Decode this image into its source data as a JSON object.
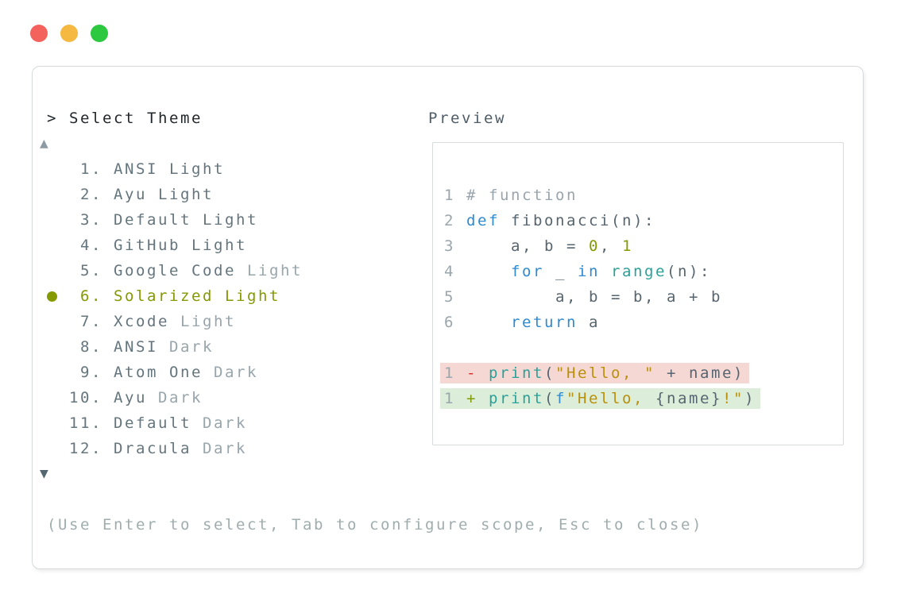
{
  "window": {
    "buttons": [
      {
        "name": "close",
        "color": "#f3625c"
      },
      {
        "name": "minimize",
        "color": "#f5b840"
      },
      {
        "name": "maximize",
        "color": "#2bc840"
      }
    ]
  },
  "prompt": "> Select Theme",
  "theme_list": {
    "scroll_up": "▲",
    "scroll_down": "▼",
    "selected_index": 6,
    "items": [
      {
        "num": "1",
        "name": "ANSI Light",
        "variant": "",
        "selected": false
      },
      {
        "num": "2",
        "name": "Ayu Light",
        "variant": "",
        "selected": false
      },
      {
        "num": "3",
        "name": "Default Light",
        "variant": "",
        "selected": false
      },
      {
        "num": "4",
        "name": "GitHub Light",
        "variant": "",
        "selected": false
      },
      {
        "num": "5",
        "name": "Google Code",
        "variant": "Light",
        "selected": false
      },
      {
        "num": "6",
        "name": "Solarized Light",
        "variant": "",
        "selected": true
      },
      {
        "num": "7",
        "name": "Xcode",
        "variant": "Light",
        "selected": false
      },
      {
        "num": "8",
        "name": "ANSI",
        "variant": "Dark",
        "selected": false
      },
      {
        "num": "9",
        "name": "Atom One",
        "variant": "Dark",
        "selected": false
      },
      {
        "num": "10",
        "name": "Ayu",
        "variant": "Dark",
        "selected": false
      },
      {
        "num": "11",
        "name": "Default",
        "variant": "Dark",
        "selected": false
      },
      {
        "num": "12",
        "name": "Dracula",
        "variant": "Dark",
        "selected": false
      }
    ]
  },
  "preview": {
    "label": "Preview",
    "code_lines": [
      {
        "num": "1",
        "tokens": [
          [
            "cmt",
            "# function"
          ]
        ]
      },
      {
        "num": "2",
        "tokens": [
          [
            "kw",
            "def"
          ],
          [
            "plain",
            " fibonacci(n):"
          ]
        ]
      },
      {
        "num": "3",
        "tokens": [
          [
            "plain",
            "    a, b = "
          ],
          [
            "num",
            "0"
          ],
          [
            "plain",
            ", "
          ],
          [
            "num",
            "1"
          ]
        ]
      },
      {
        "num": "4",
        "tokens": [
          [
            "plain",
            "    "
          ],
          [
            "kw",
            "for"
          ],
          [
            "plain",
            " _ "
          ],
          [
            "kw",
            "in"
          ],
          [
            "plain",
            " "
          ],
          [
            "fn",
            "range"
          ],
          [
            "plain",
            "(n):"
          ]
        ]
      },
      {
        "num": "5",
        "tokens": [
          [
            "plain",
            "        a, b = b, a + b"
          ]
        ]
      },
      {
        "num": "6",
        "tokens": [
          [
            "plain",
            "    "
          ],
          [
            "kw",
            "return"
          ],
          [
            "plain",
            " a"
          ]
        ]
      }
    ],
    "diff_lines": [
      {
        "num": "1",
        "type": "del",
        "tokens": [
          [
            "del",
            "- "
          ],
          [
            "fn",
            "print"
          ],
          [
            "plain",
            "("
          ],
          [
            "str",
            "\"Hello, \""
          ],
          [
            "plain",
            " + name)"
          ]
        ]
      },
      {
        "num": "1",
        "type": "add",
        "tokens": [
          [
            "add",
            "+ "
          ],
          [
            "fn",
            "print"
          ],
          [
            "plain",
            "("
          ],
          [
            "kw",
            "f"
          ],
          [
            "str",
            "\"Hello, "
          ],
          [
            "plain",
            "{name}"
          ],
          [
            "str",
            "!\""
          ],
          [
            "plain",
            ")"
          ]
        ]
      }
    ]
  },
  "footer_hint": "(Use Enter to select, Tab to configure scope, Esc to close)",
  "colors": {
    "selected_accent": "#859900",
    "list_text": "#64757e",
    "list_dim_text": "#97a5ac",
    "prompt_text": "#22272c",
    "keyword": "#2f8ad2",
    "function": "#2aa198",
    "string": "#b9900b",
    "number": "#859900",
    "comment": "#99a5ac",
    "diff_removed_bg": "#f5d8d4",
    "diff_added_bg": "#dceed9",
    "diff_removed_sign": "#dc322f",
    "diff_added_sign": "#7f9b08",
    "panel_border": "#d6dadc"
  }
}
